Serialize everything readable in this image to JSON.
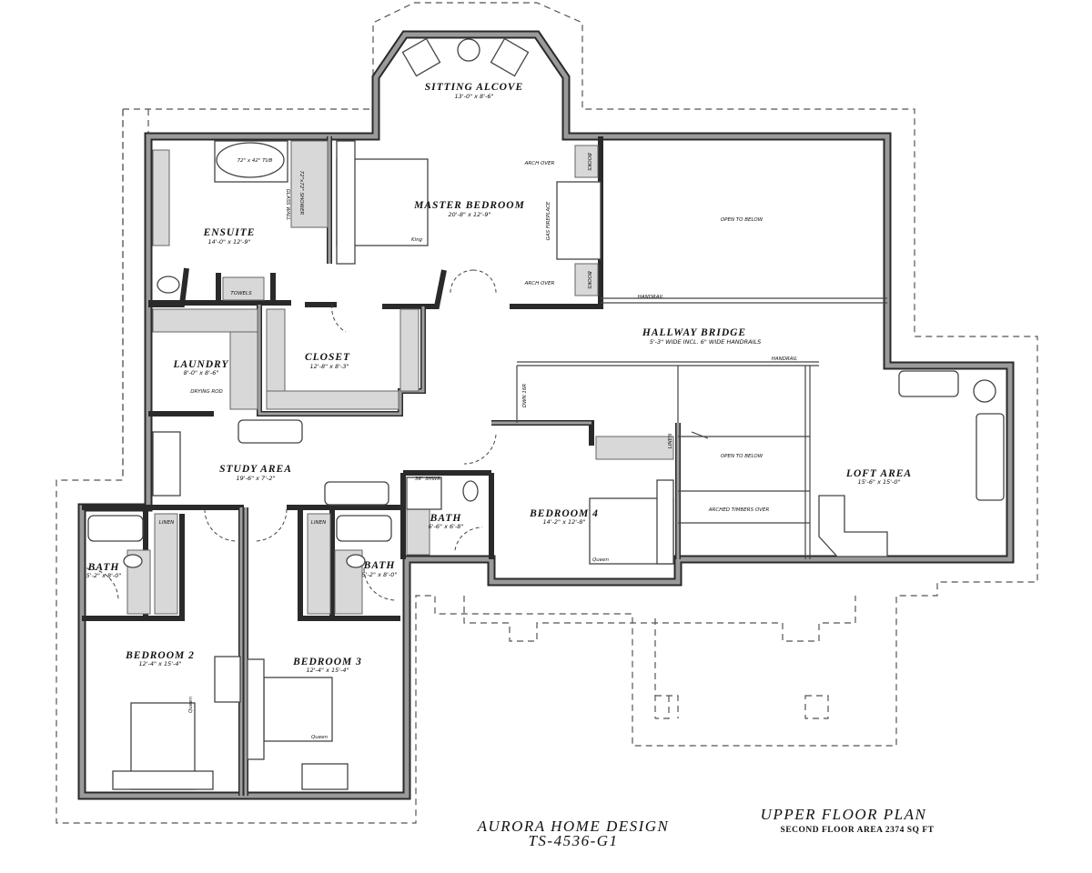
{
  "rooms": {
    "sitting_alcove": {
      "name": "SITTING ALCOVE",
      "dim": "13'-0\" x 8'-6\""
    },
    "master_bedroom": {
      "name": "MASTER BEDROOM",
      "dim": "20'-8\" x 12'-9\""
    },
    "ensuite": {
      "name": "ENSUITE",
      "dim": "14'-0\" x 12'-9\""
    },
    "closet": {
      "name": "CLOSET",
      "dim": "12'-8\" x 8'-3\""
    },
    "laundry": {
      "name": "LAUNDRY",
      "dim": "8'-0\" x 8'-6\""
    },
    "hallway_bridge": {
      "name": "HALLWAY BRIDGE",
      "dim": "5'-3\" WIDE INCL. 6\" WIDE HANDRAILS"
    },
    "study_area": {
      "name": "STUDY AREA",
      "dim": "19'-6\" x 7'-2\""
    },
    "bath_2": {
      "name": "BATH",
      "dim": "5'-2\" x 8'-0\""
    },
    "bath_3": {
      "name": "BATH",
      "dim": "5'-2\" x 8'-0\""
    },
    "bath_4": {
      "name": "BATH",
      "dim": "6'-6\" x 6'-8\""
    },
    "bedroom_2": {
      "name": "BEDROOM 2",
      "dim": "12'-4\" x 15'-4\""
    },
    "bedroom_3": {
      "name": "BEDROOM 3",
      "dim": "12'-4\" x 15'-4\""
    },
    "bedroom_4": {
      "name": "BEDROOM 4",
      "dim": "14'-2\" x 12'-8\""
    },
    "loft_area": {
      "name": "LOFT AREA",
      "dim": "15'-6\" x 15'-0\""
    }
  },
  "notes": {
    "tub": "72\" x 42\" TUB",
    "shower": "72\"x72\" SHOWER",
    "glass_wall": "GLASS WALL",
    "king": "King",
    "queen": "Queen",
    "arch_over": "ARCH OVER",
    "books": "BOOKS",
    "gas_fireplace": "GAS FIREPLACE",
    "open_to_below": "OPEN TO BELOW",
    "handrail": "HANDRAIL",
    "towels": "TOWELS",
    "drying_rod": "DRYING ROD",
    "linen": "LINEN",
    "shwr_36": "36\" SHWR",
    "dwn_16r": "DWN 16R",
    "arched_timbers": "ARCHED TIMBERS OVER"
  },
  "title_block": {
    "company": "AURORA HOME DESIGN",
    "plan_number": "TS-4536-G1",
    "plan_title": "UPPER FLOOR PLAN",
    "area": "SECOND FLOOR AREA  2374 SQ FT"
  }
}
